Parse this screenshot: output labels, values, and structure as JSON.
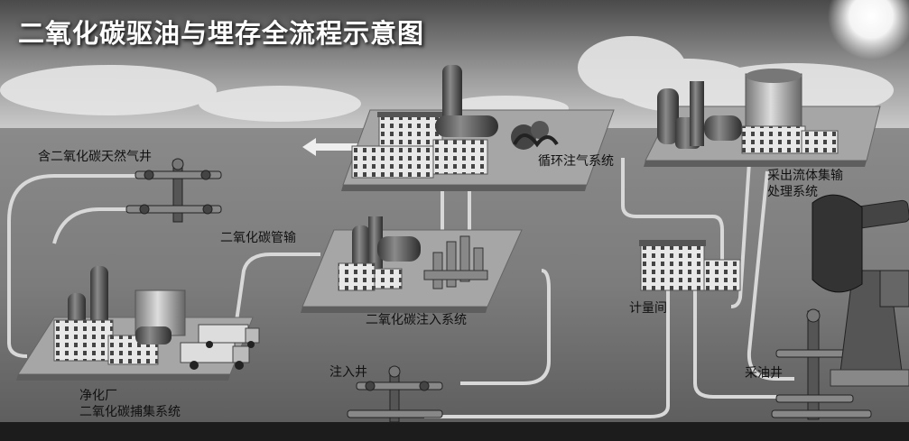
{
  "title": "二氧化碳驱油与埋存全流程示意图",
  "labels": {
    "gas_well": "含二氧化碳天然气井",
    "recycle_system": "循环注气系统",
    "produced_fluid_line1": "采出流体集输",
    "produced_fluid_line2": "处理系统",
    "pipeline": "二氧化碳管输",
    "injection_system": "二氧化碳注入系统",
    "metering_room": "计量间",
    "injection_well": "注入井",
    "purification_plant": "净化厂",
    "capture_system": "二氧化碳捕集系统",
    "production_well": "采油井"
  },
  "colors": {
    "sky": "#bdbdbd",
    "ground": "#7a7a7a",
    "pipe": "#d8d8d8",
    "platform": "#a9a9a9",
    "title_text": "#ffffff"
  }
}
